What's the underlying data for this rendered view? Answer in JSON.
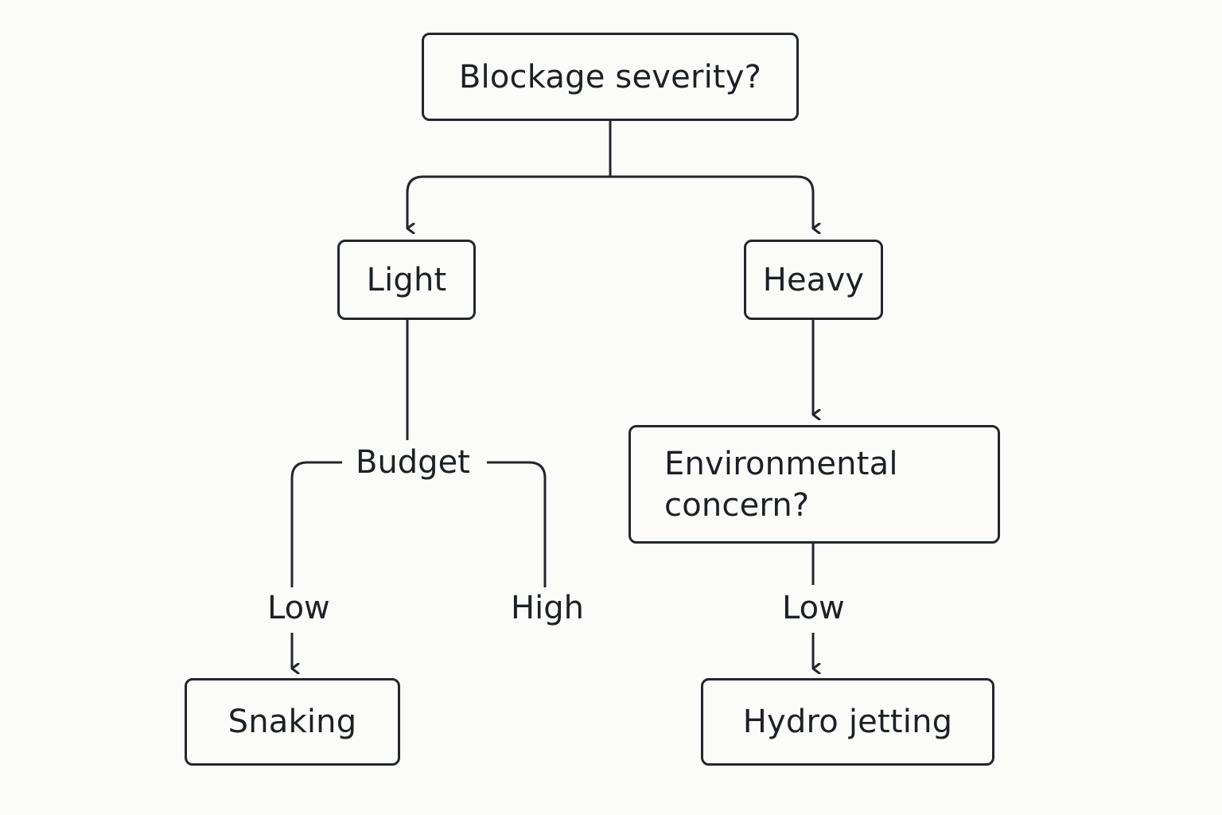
{
  "diagram": {
    "root": {
      "label": "Blockage severity?"
    },
    "light": {
      "label": "Light"
    },
    "heavy": {
      "label": "Heavy"
    },
    "budget": {
      "label": "Budget"
    },
    "budget_low": {
      "label": "Low"
    },
    "budget_high": {
      "label": "High"
    },
    "environmental": {
      "line1": "Environmental",
      "line2": "concern?"
    },
    "env_low": {
      "label": "Low"
    },
    "snaking": {
      "label": "Snaking"
    },
    "hydro": {
      "label": "Hydro jetting"
    }
  },
  "colors": {
    "background": "#fbfbfa",
    "stroke": "#23272b",
    "text": "#1d2024"
  }
}
